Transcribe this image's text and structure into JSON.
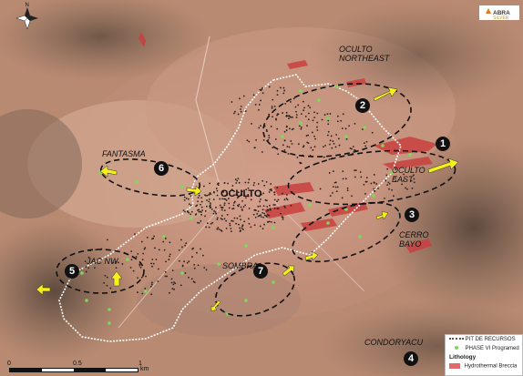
{
  "logo": {
    "text": "ABRASILVER"
  },
  "title_center": "OCULTO",
  "targets": [
    {
      "number": "1",
      "label": "OCULTO EAST"
    },
    {
      "number": "2",
      "label": "OCULTO NORTHEAST"
    },
    {
      "number": "3",
      "label": "CERRO BAYO"
    },
    {
      "number": "4",
      "label": "CONDORYACU"
    },
    {
      "number": "5",
      "label": "JAC NW"
    },
    {
      "number": "6",
      "label": "FANTASMA"
    },
    {
      "number": "7",
      "label": "SOMBRA"
    }
  ],
  "label_lines": {
    "oculto_northeast_1": "OCULTO",
    "oculto_northeast_2": "NORTHEAST",
    "oculto_east_1": "OCULTO",
    "oculto_east_2": "EAST",
    "cerro_bayo_1": "CERRO",
    "cerro_bayo_2": "BAYO"
  },
  "legend": {
    "pit_label": "PIT DE RECURSOS",
    "phase_label": "PHASE VI Programed",
    "lithology_title": "Lithology",
    "breccia_label": "Hydrothermal Breccia",
    "pit_color": "#ffffff",
    "phase_color": "#7ed957",
    "breccia_color": "#e06b6b"
  },
  "scale_bar": {
    "ticks": [
      "0",
      "0.5",
      "1"
    ],
    "unit": "km"
  },
  "north_arrow": "compass-rose-icon",
  "colors": {
    "arrow": "#f5ef1a",
    "ellipse": "#111111",
    "breccia": "#c9403f"
  }
}
